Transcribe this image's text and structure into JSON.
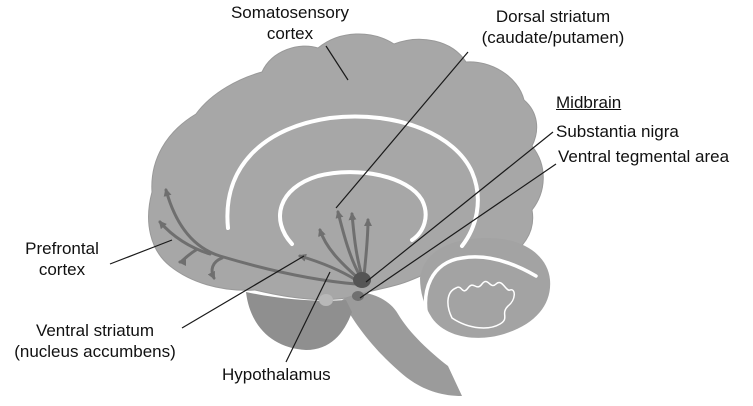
{
  "colors": {
    "brain": "#a7a7a7",
    "brain_dark": "#8f8f8f",
    "midbrain_nucleus": "#555555",
    "tract": "#ffffff",
    "arrow": "#6f6f6f",
    "leader": "#1a1a1a",
    "text": "#111111"
  },
  "labels": {
    "somatosensory_line1": "Somatosensory",
    "somatosensory_line2": "cortex",
    "dorsal_line1": "Dorsal striatum",
    "dorsal_line2": "(caudate/putamen)",
    "midbrain_heading": "Midbrain",
    "substantia_nigra": "Substantia nigra",
    "vta": "Ventral tegmental area",
    "prefrontal_line1": "Prefrontal",
    "prefrontal_line2": "cortex",
    "ventral_line1": "Ventral striatum",
    "ventral_line2": "(nucleus accumbens)",
    "hypothalamus": "Hypothalamus"
  }
}
